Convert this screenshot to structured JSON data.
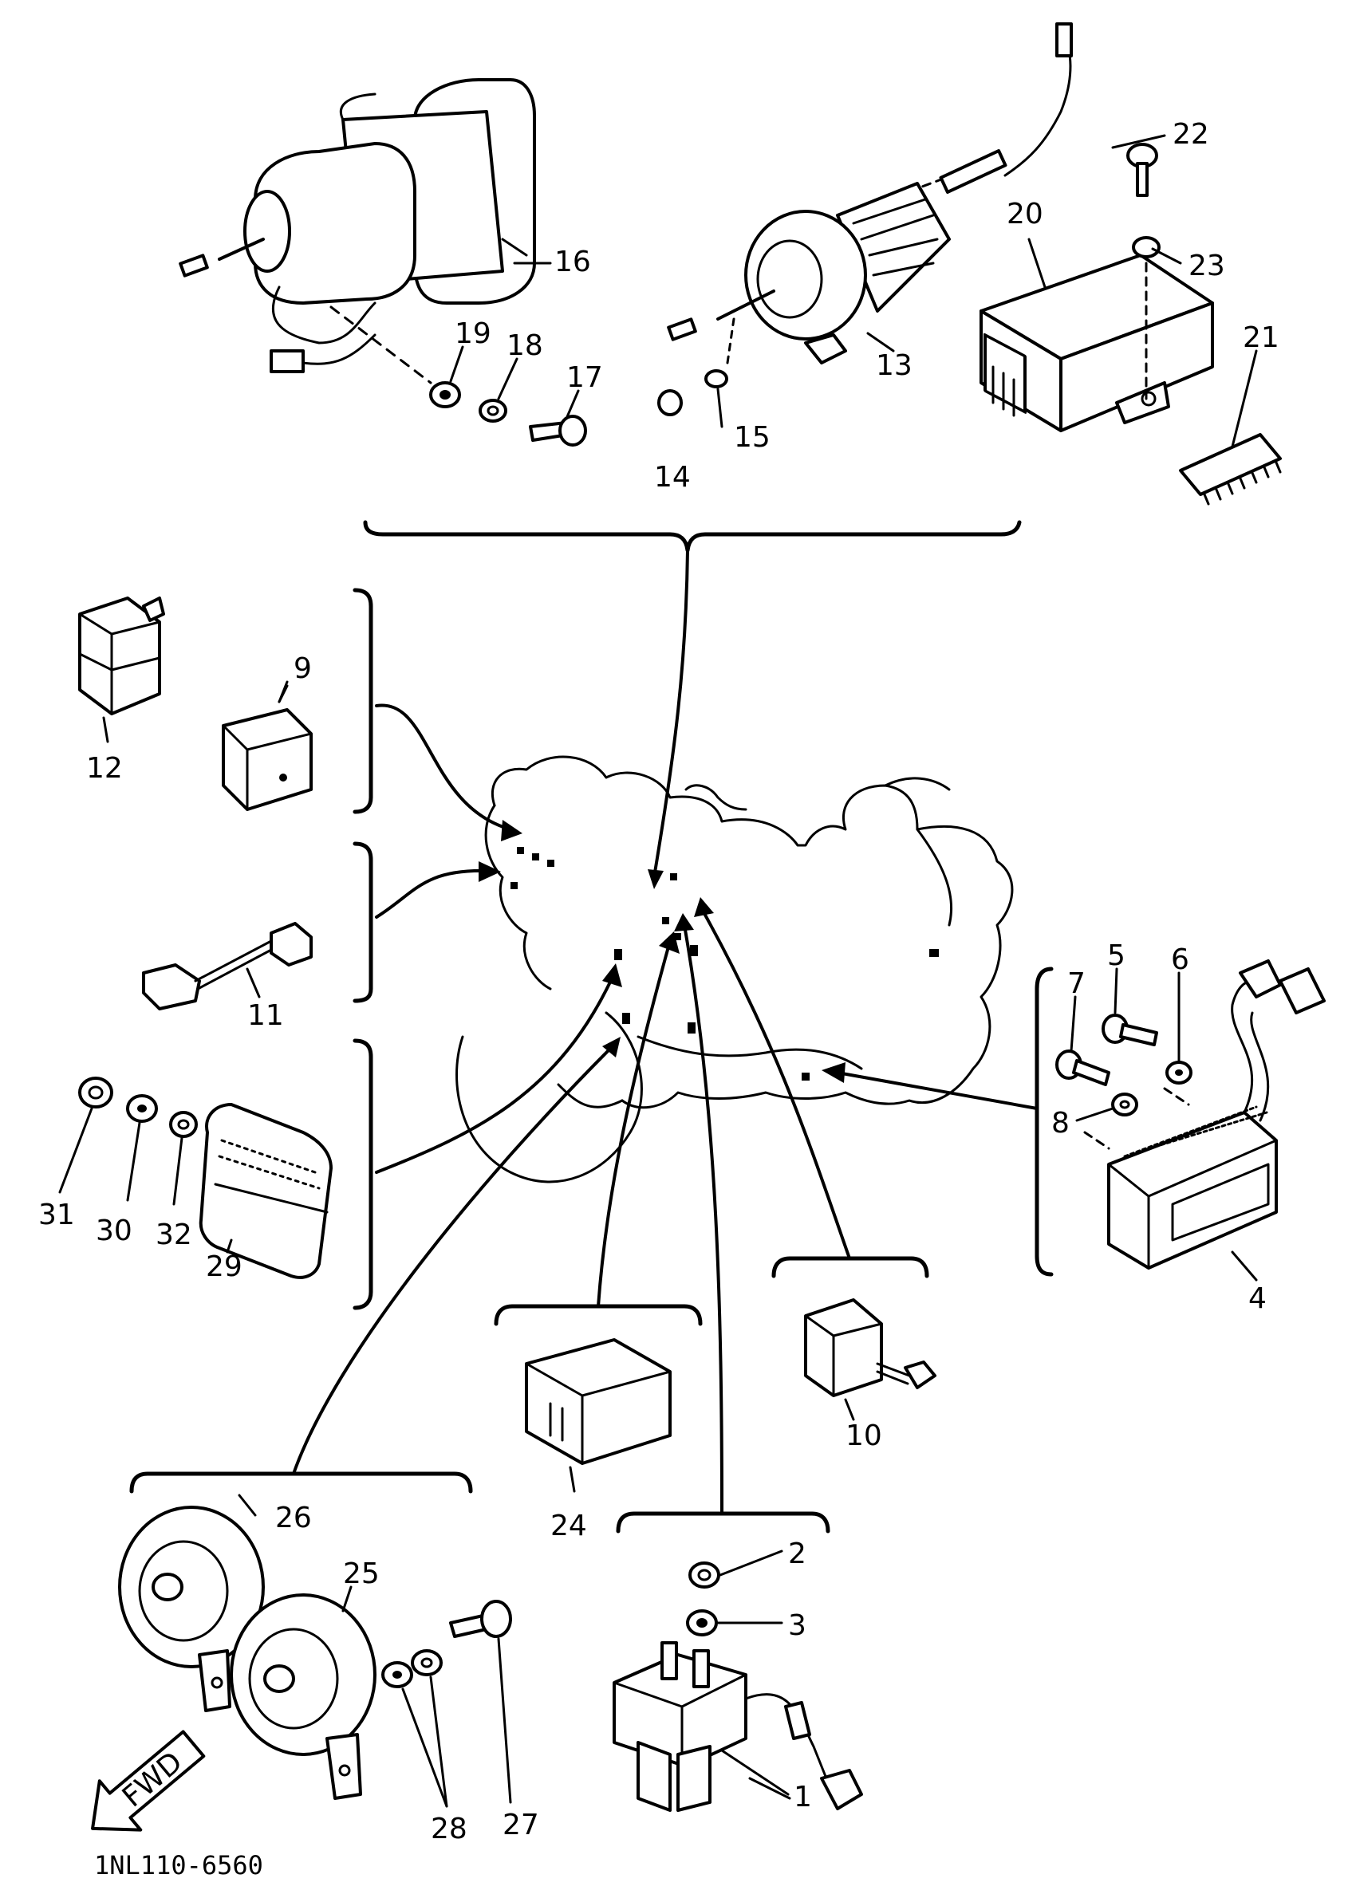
{
  "diagram": {
    "code": "1NL110-6560",
    "direction": "FWD",
    "labels": [
      "1",
      "2",
      "3",
      "4",
      "5",
      "6",
      "7",
      "8",
      "9",
      "10",
      "11",
      "12",
      "13",
      "14",
      "15",
      "16",
      "17",
      "18",
      "19",
      "20",
      "21",
      "22",
      "23",
      "24",
      "25",
      "26",
      "27",
      "28",
      "29",
      "30",
      "31",
      "32"
    ]
  }
}
